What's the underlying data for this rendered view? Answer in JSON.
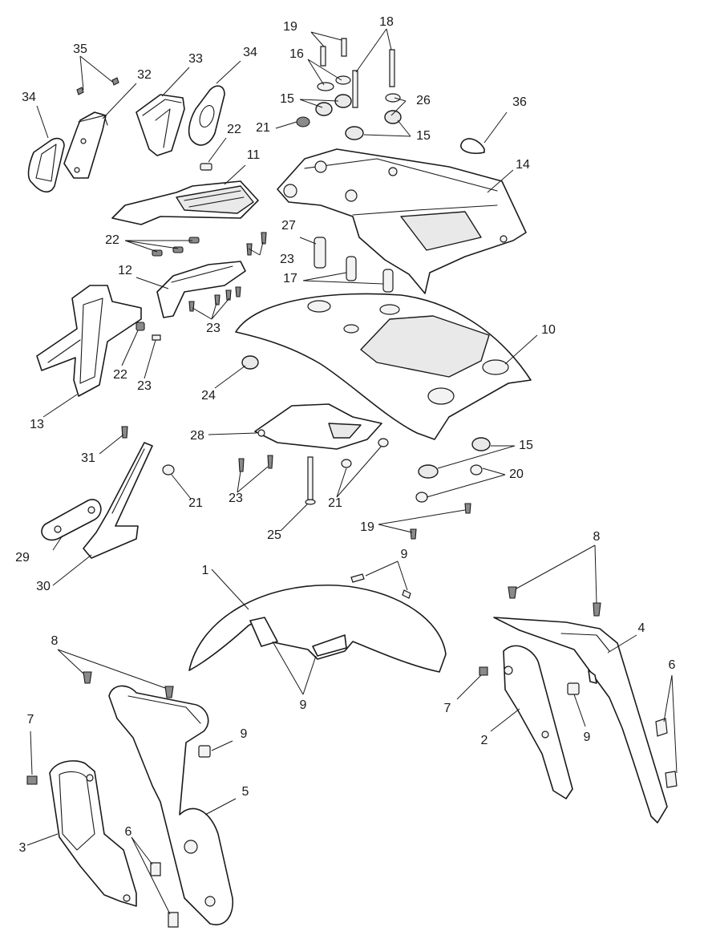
{
  "diagram": {
    "callouts": [
      {
        "id": "c1",
        "label": "1"
      },
      {
        "id": "c2",
        "label": "2"
      },
      {
        "id": "c3",
        "label": "3"
      },
      {
        "id": "c4",
        "label": "4"
      },
      {
        "id": "c5",
        "label": "5"
      },
      {
        "id": "c6a",
        "label": "6"
      },
      {
        "id": "c6b",
        "label": "6"
      },
      {
        "id": "c7a",
        "label": "7"
      },
      {
        "id": "c7b",
        "label": "7"
      },
      {
        "id": "c8a",
        "label": "8"
      },
      {
        "id": "c8b",
        "label": "8"
      },
      {
        "id": "c9a",
        "label": "9"
      },
      {
        "id": "c9b",
        "label": "9"
      },
      {
        "id": "c9c",
        "label": "9"
      },
      {
        "id": "c9d",
        "label": "9"
      },
      {
        "id": "c10",
        "label": "10"
      },
      {
        "id": "c11",
        "label": "11"
      },
      {
        "id": "c12",
        "label": "12"
      },
      {
        "id": "c13",
        "label": "13"
      },
      {
        "id": "c14",
        "label": "14"
      },
      {
        "id": "c15a",
        "label": "15"
      },
      {
        "id": "c15b",
        "label": "15"
      },
      {
        "id": "c15c",
        "label": "15"
      },
      {
        "id": "c16",
        "label": "16"
      },
      {
        "id": "c17",
        "label": "17"
      },
      {
        "id": "c18",
        "label": "18"
      },
      {
        "id": "c19a",
        "label": "19"
      },
      {
        "id": "c19b",
        "label": "19"
      },
      {
        "id": "c20",
        "label": "20"
      },
      {
        "id": "c21a",
        "label": "21"
      },
      {
        "id": "c21b",
        "label": "21"
      },
      {
        "id": "c21c",
        "label": "21"
      },
      {
        "id": "c22a",
        "label": "22"
      },
      {
        "id": "c22b",
        "label": "22"
      },
      {
        "id": "c22c",
        "label": "22"
      },
      {
        "id": "c23a",
        "label": "23"
      },
      {
        "id": "c23b",
        "label": "23"
      },
      {
        "id": "c23c",
        "label": "23"
      },
      {
        "id": "c23d",
        "label": "23"
      },
      {
        "id": "c24",
        "label": "24"
      },
      {
        "id": "c25",
        "label": "25"
      },
      {
        "id": "c26",
        "label": "26"
      },
      {
        "id": "c27",
        "label": "27"
      },
      {
        "id": "c28",
        "label": "28"
      },
      {
        "id": "c29",
        "label": "29"
      },
      {
        "id": "c30",
        "label": "30"
      },
      {
        "id": "c31",
        "label": "31"
      },
      {
        "id": "c32",
        "label": "32"
      },
      {
        "id": "c33",
        "label": "33"
      },
      {
        "id": "c34a",
        "label": "34"
      },
      {
        "id": "c34b",
        "label": "34"
      },
      {
        "id": "c35",
        "label": "35"
      },
      {
        "id": "c36",
        "label": "36"
      }
    ]
  }
}
